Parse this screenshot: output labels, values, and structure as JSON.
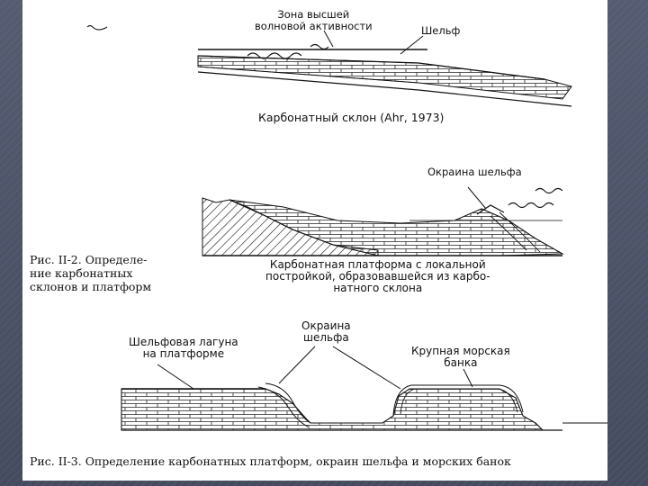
{
  "figure1": {
    "label_zone": "Зона высшей\nволновой активности",
    "label_shelf": "Шельф",
    "caption_slope": "Карбонатный склон (Ahr, 1973)",
    "label_shelf_edge": "Окраина шельфа",
    "caption_platform": "Карбонатная платформа с локальной\nпостройкой, образовавшейся из карбо-\nнатного склона",
    "fig_caption": "Рис. II-2. Определе-\nние карбонатных\nсклонов и платформ"
  },
  "figure2": {
    "label_lagoon": "Шельфовая лагуна\nна платформе",
    "label_edge": "Окраина\nшельфа",
    "label_bank": "Крупная морская\nбанка",
    "fig_caption": "Рис. II-3. Определение карбонатных платформ, окраин шельфа и морских банок"
  },
  "colors": {
    "slide_background": "#4a5064",
    "page": "#ffffff",
    "ink": "#111111"
  }
}
